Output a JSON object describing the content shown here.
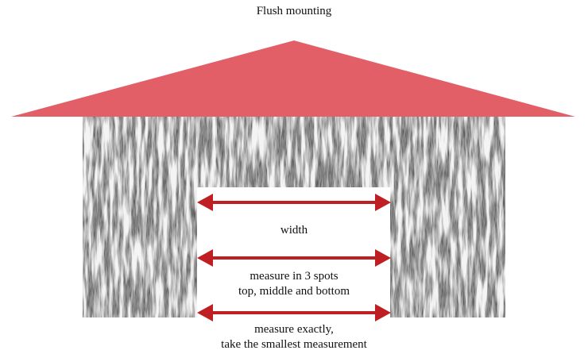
{
  "title": "Flush mounting",
  "labels": {
    "width": "width",
    "spots_line1": "measure in 3 spots",
    "spots_line2": "top, middle and bottom",
    "exact_line1": "measure exactly,",
    "exact_line2": "take the smallest measurement"
  },
  "colors": {
    "roof": "#e35f68",
    "wall": "#8f8f8f",
    "arrow": "#bf1e22",
    "opening": "#ffffff"
  }
}
